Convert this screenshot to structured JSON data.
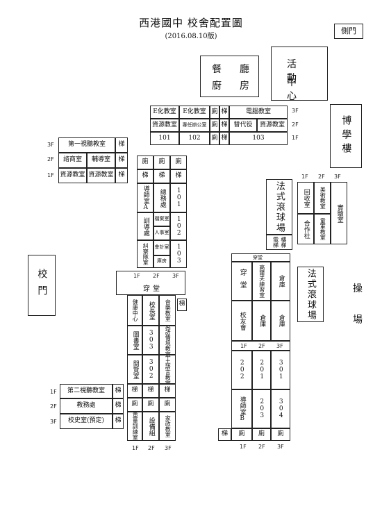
{
  "header": {
    "title": "西港國中  校舍配置圖",
    "subtitle": "(2016.08.10版)"
  },
  "labels": {
    "side_gate": "側門",
    "activity_center": [
      "活　動",
      "中　心"
    ],
    "dining": [
      "餐　廳",
      "廚　房"
    ],
    "bowuo": "博學樓",
    "school_gate": "校門",
    "playground": [
      "操",
      "場"
    ],
    "petanque_1": "法式滾球場",
    "petanque_2": "法式滾球場",
    "elevator": "電梯",
    "stairs_word": "樓梯"
  },
  "floors": {
    "f1": "1F",
    "f2": "2F",
    "f3": "3F"
  },
  "stair": "梯",
  "toilet": "廁",
  "top_block": {
    "row3": [
      "E化教室",
      "E化教室",
      "廁",
      "梯",
      "電腦教室"
    ],
    "row2": [
      "資源教室",
      "專任辦公室",
      "廁",
      "梯",
      "替代役",
      "資源教室"
    ],
    "row1": [
      "101",
      "102",
      "廁",
      "梯",
      "103"
    ]
  },
  "left_top": {
    "row3": [
      "第一視聽教室"
    ],
    "row2": [
      "諮商室",
      "輔導室"
    ],
    "row1": [
      "資源教室",
      "資源教室"
    ]
  },
  "left_bottom": {
    "row1": [
      "第二視聽教室"
    ],
    "row2": [
      "教務處"
    ],
    "row3": [
      "校史室(預定)"
    ]
  },
  "west_wing": {
    "floor1": [
      "導師室A",
      "訓導處",
      "糾察隊室"
    ],
    "floor2_top": "檔案室",
    "floor2_mid": "人事室",
    "floor2_low": "會計室",
    "floor2_bot": "庫房",
    "floor1_left_mid": "總務處",
    "rooms_3": [
      "101",
      "102",
      "103"
    ],
    "corridor": "穿堂"
  },
  "center_wing": {
    "health": "健康中心",
    "principal": "校長室",
    "music": "音樂教室",
    "library": "圖書室",
    "r303": "303",
    "english": "英語情境教室",
    "reading": "閱覽室",
    "r302": "302",
    "local": "本土語言教室",
    "training": "重量訓練室",
    "equipment": "設備組",
    "homeec": "家政教室"
  },
  "east_wing": {
    "corridor": "穿堂",
    "gym": "高爾夫練習室",
    "storage": "倉庫",
    "alumni": "校友會",
    "r202": "202",
    "r201": "201",
    "r301": "301",
    "r203": "203",
    "r304": "304",
    "tutorB": "導師室B"
  },
  "far_east": {
    "recycle": "回收室",
    "artroom": "美術教室",
    "lab": "實驗室",
    "coop": "合作社",
    "children": "童軍教室"
  }
}
